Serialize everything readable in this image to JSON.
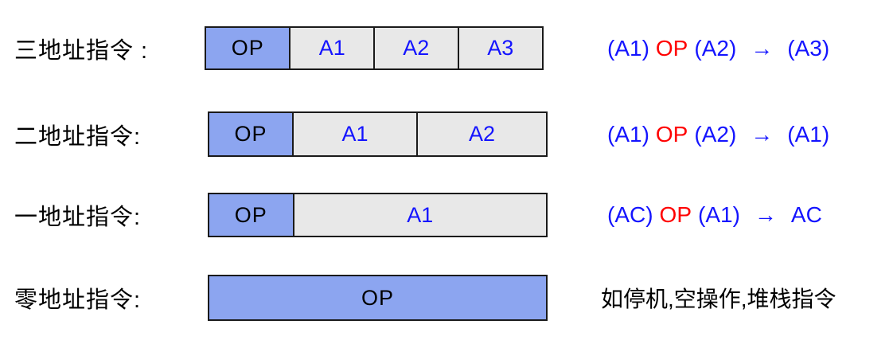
{
  "colors": {
    "op_fill": "#8CA5F0",
    "addr_fill": "#E8E8E8",
    "border": "#1A1A1A",
    "blue_text": "#1414FF",
    "red_text": "#FF0000",
    "black_text": "#000000"
  },
  "rows": [
    {
      "label": "三地址指令 :",
      "cells": [
        {
          "text": "OP"
        },
        {
          "text": "A1"
        },
        {
          "text": "A2"
        },
        {
          "text": "A3"
        }
      ],
      "formula": {
        "operand1": "(A1)",
        "op": "OP",
        "operand2": "(A2)",
        "arrow": "→",
        "result": "(A3)"
      }
    },
    {
      "label": "二地址指令:",
      "cells": [
        {
          "text": "OP"
        },
        {
          "text": "A1"
        },
        {
          "text": "A2"
        }
      ],
      "formula": {
        "operand1": "(A1)",
        "op": "OP",
        "operand2": "(A2)",
        "arrow": "→",
        "result": "(A1)"
      }
    },
    {
      "label": "一地址指令:",
      "cells": [
        {
          "text": "OP"
        },
        {
          "text": "A1"
        }
      ],
      "formula": {
        "operand1": "(AC)",
        "op": "OP",
        "operand2": "(A1)",
        "arrow": "→",
        "result": "AC"
      }
    },
    {
      "label": "零地址指令:",
      "cells": [
        {
          "text": "OP"
        }
      ],
      "note": "如停机,空操作,堆栈指令"
    }
  ]
}
